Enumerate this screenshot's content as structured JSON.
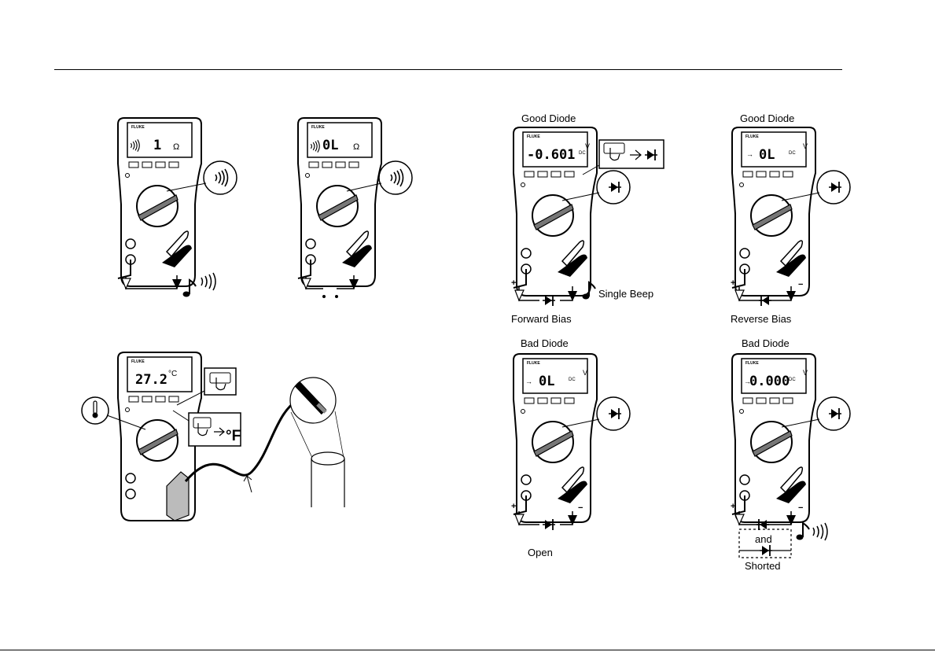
{
  "labels": {
    "good_diode_1": "Good Diode",
    "good_diode_2": "Good Diode",
    "bad_diode_1": "Bad Diode",
    "bad_diode_2": "Bad Diode",
    "forward_bias": "Forward Bias",
    "reverse_bias": "Reverse Bias",
    "single_beep": "Single Beep",
    "open": "Open",
    "and": "and",
    "shorted": "Shorted"
  },
  "meters": {
    "continuity_closed": {
      "brand": "FLUKE",
      "reading": "1",
      "unit": "Ω"
    },
    "continuity_open": {
      "brand": "FLUKE",
      "reading": "0L",
      "unit": "Ω"
    },
    "temperature": {
      "brand": "FLUKE",
      "reading": "27.2",
      "unit": "°C"
    },
    "diode_forward": {
      "brand": "FLUKE",
      "reading": "-0.601",
      "unit": "V",
      "sub": "DC"
    },
    "diode_reverse": {
      "brand": "FLUKE",
      "reading": "0L",
      "unit": "V",
      "sub": "DC"
    },
    "diode_open": {
      "brand": "FLUKE",
      "reading": "0L",
      "unit": "V",
      "sub": "DC"
    },
    "diode_shorted": {
      "brand": "FLUKE",
      "reading": "0.000",
      "unit": "V",
      "sub": "DC"
    }
  },
  "callouts": {
    "fahrenheit_symbol": "°F",
    "plus_sign": "+",
    "minus_sign": "−"
  },
  "icons": [
    "continuity-icon",
    "diode-icon",
    "thermometer-icon",
    "press-button-icon",
    "music-note-icon",
    "arrow-icon"
  ]
}
